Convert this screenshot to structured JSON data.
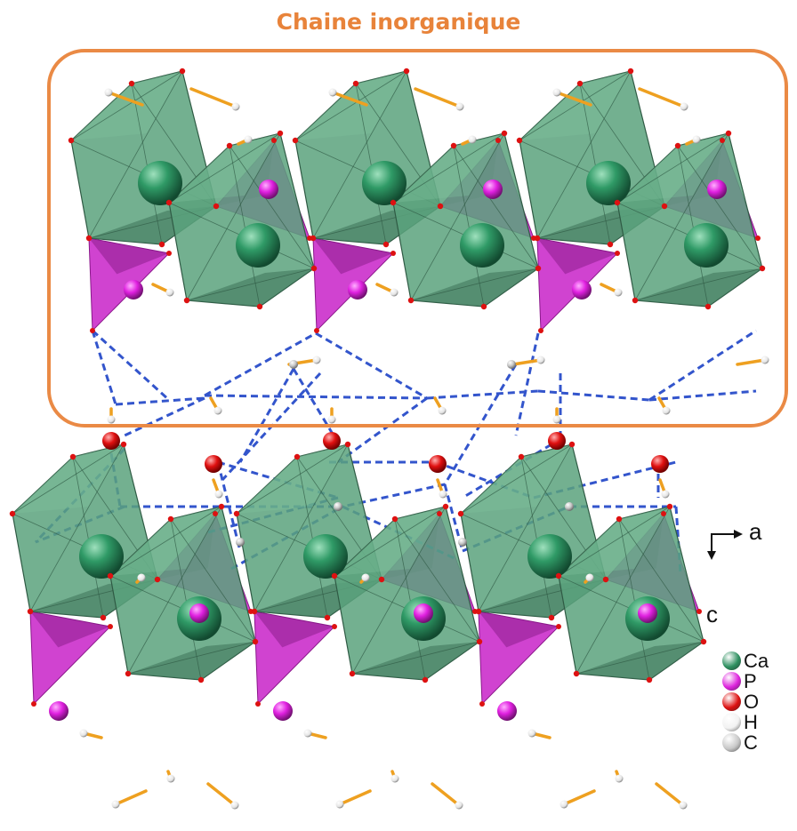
{
  "title": "Chaine inorganique",
  "colors": {
    "title": "#e8833a",
    "frame": "#ea8a45",
    "octahedron": "#5aa27c",
    "octahedron_edge": "#2f5a44",
    "tetrahedron": "#cc33cc",
    "hbond": "#3355cc",
    "bond": "#eea020"
  },
  "axes": {
    "a": "a",
    "c": "c"
  },
  "legend": [
    {
      "label": "Ca",
      "color": "#2e9060"
    },
    {
      "label": "P",
      "color": "#dd22dd"
    },
    {
      "label": "O",
      "color": "#dd1111"
    },
    {
      "label": "H",
      "color": "#f2f2f2"
    },
    {
      "label": "C",
      "color": "#c8c8c8"
    }
  ]
}
